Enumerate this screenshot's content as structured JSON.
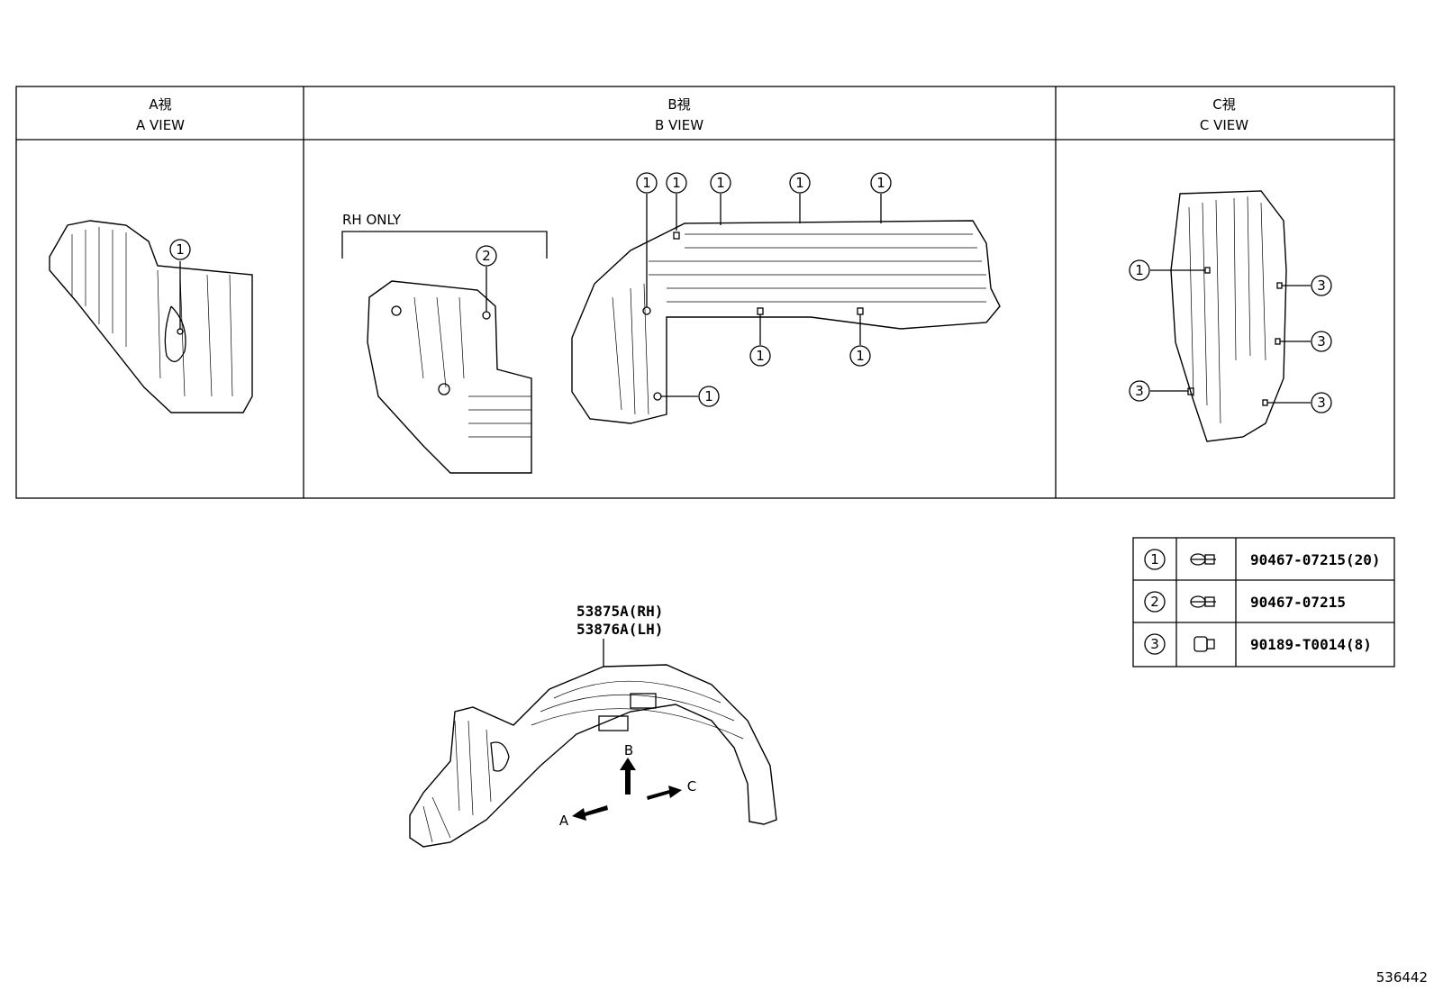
{
  "views": [
    {
      "title_jp": "A視",
      "title_en": "A VIEW"
    },
    {
      "title_jp": "B視",
      "title_en": "B VIEW"
    },
    {
      "title_jp": "C視",
      "title_en": "C VIEW"
    }
  ],
  "rh_only_label": "RH ONLY",
  "callouts": {
    "one": "1",
    "two": "2",
    "three": "3"
  },
  "part_numbers": [
    "53875A(RH)",
    "53876A(LH)"
  ],
  "arrows": {
    "a": "A",
    "b": "B",
    "c": "C"
  },
  "legend": [
    {
      "ref": "1",
      "part": "90467-07215(20)"
    },
    {
      "ref": "2",
      "part": "90467-07215"
    },
    {
      "ref": "3",
      "part": "90189-T0014(8)"
    }
  ],
  "diagram_id": "536442"
}
